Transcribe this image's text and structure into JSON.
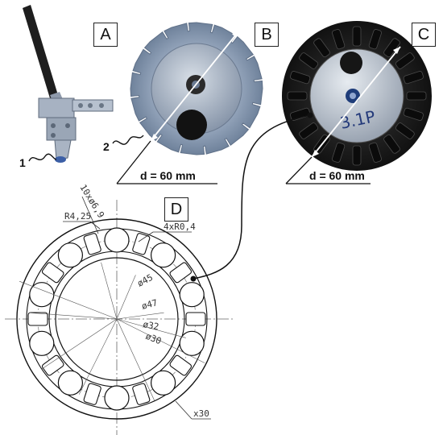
{
  "panels": {
    "a": "A",
    "b": "B",
    "c": "C",
    "d": "D"
  },
  "callouts": {
    "one": "1",
    "two": "2"
  },
  "photo_dims": {
    "b": "d = 60 mm",
    "c": "d = 60 mm"
  },
  "photo_c_marking": "3.1P",
  "cad": {
    "holes": "10xø6,9",
    "radius": "R4,25",
    "corner": "4xR0,4",
    "d45": "ø45",
    "d47": "ø47",
    "d32": "ø32",
    "d30": "ø30",
    "pattern": "x30"
  },
  "colors": {
    "steel": "#7f92aa",
    "black_part": "#1e1e1e",
    "line": "#111111"
  }
}
